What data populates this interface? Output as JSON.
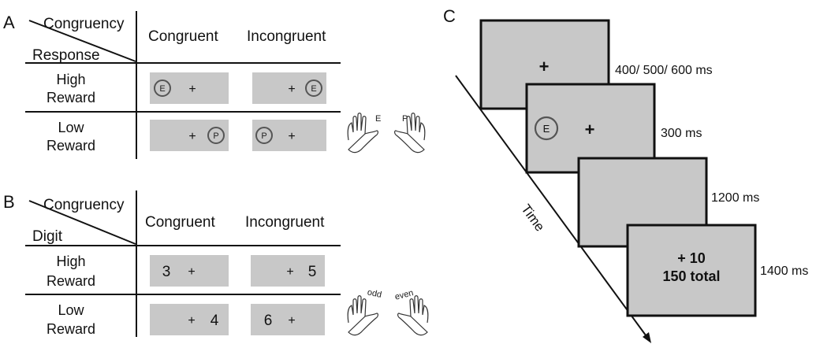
{
  "panels": {
    "a": {
      "letter": "A",
      "corner_top": "Congruency",
      "corner_bottom": "Response",
      "col_congruent": "Congruent",
      "col_incongruent": "Incongruent",
      "row_high_1": "High",
      "row_high_2": "Reward",
      "row_low_1": "Low",
      "row_low_2": "Reward",
      "cell_high_congruent_letter": "E",
      "cell_high_incongruent_letter": "E",
      "cell_low_congruent_letter": "P",
      "cell_low_incongruent_letter": "P",
      "plus": "+",
      "hand_left_label": "E",
      "hand_right_label": "P"
    },
    "b": {
      "letter": "B",
      "corner_top": "Congruency",
      "corner_bottom": "Digit",
      "col_congruent": "Congruent",
      "col_incongruent": "Incongruent",
      "row_high_1": "High",
      "row_high_2": "Reward",
      "row_low_1": "Low",
      "row_low_2": "Reward",
      "cell_high_congruent_digit": "3",
      "cell_high_incongruent_digit": "5",
      "cell_low_congruent_digit": "4",
      "cell_low_incongruent_digit": "6",
      "plus": "+",
      "hand_left_label": "odd",
      "hand_right_label": "even"
    },
    "c": {
      "letter": "C",
      "axis_label": "Time",
      "frames": [
        {
          "content": "+",
          "duration": "400/ 500/ 600 ms"
        },
        {
          "content_letter": "E",
          "content_plus": "+",
          "duration": "300 ms"
        },
        {
          "content": "",
          "duration": "1200 ms"
        },
        {
          "line1": "+ 10",
          "line2": "150 total",
          "duration": "1400 ms"
        }
      ]
    }
  },
  "colors": {
    "cell_gray": "#c8c8c8",
    "line": "#111111",
    "circle": "#555555"
  }
}
